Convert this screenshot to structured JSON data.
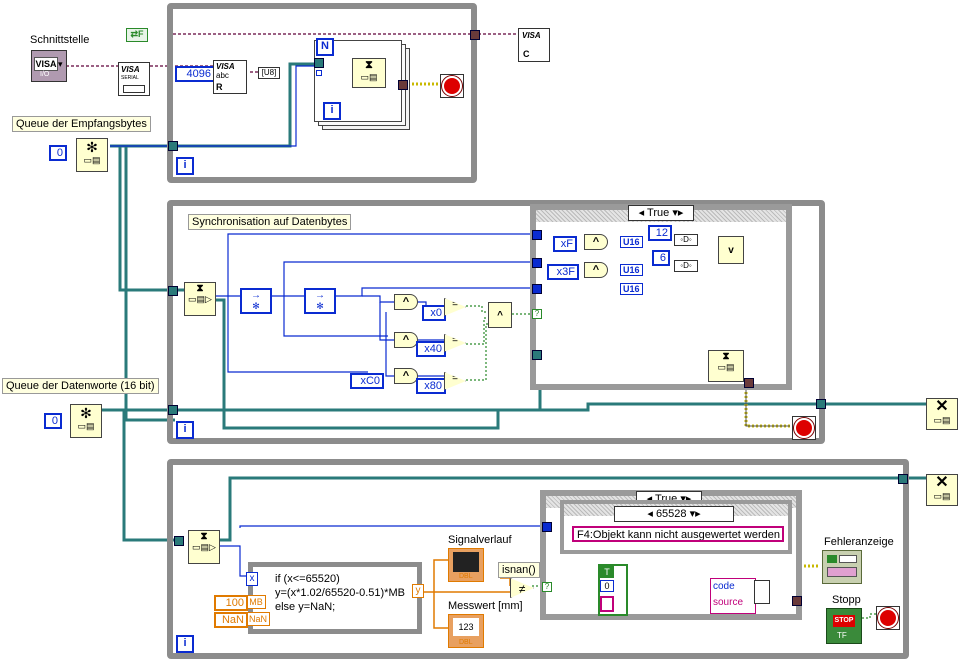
{
  "labels": {
    "schnittstelle": "Schnittstelle",
    "queue_empfangsbytes": "Queue der Empfangsbytes",
    "synchronisation": "Synchronisation auf Datenbytes",
    "queue_datenworte": "Queue der Datenworte (16 bit)",
    "signalverlauf": "Signalverlauf",
    "messwert": "Messwert [mm]",
    "isnan": "isnan()",
    "fehleranzeige": "Fehleranzeige",
    "stopp": "Stopp"
  },
  "constants": {
    "bytes_count": "4096",
    "queue1_init": "0",
    "queue2_init": "0",
    "hex_F": "xF",
    "hex_3F": "x3F",
    "hex_0": "x0",
    "hex_40": "x40",
    "hex_80": "x80",
    "hex_C0": "xC0",
    "shift_12": "12",
    "shift_6": "6",
    "mb_val": "100",
    "nan_val": "NaN",
    "case_true_inner": "0"
  },
  "indicators": {
    "N": "N",
    "i": "i",
    "u16": "U16",
    "mb_label": "MB",
    "nan_label": "NaN",
    "x_label": "x",
    "y_label": "y",
    "dbl": "DBL",
    "tf": "TF",
    "stop_text": "STOP",
    "num_123": "123",
    "visa": "VISA",
    "visa_serial": "VISA SERIAL",
    "visa_io": "I/O",
    "visa_abc": "abc",
    "visa_r": "R",
    "visa_c": "C",
    "tf_flag": "TF",
    "t_flag": "T",
    "u8": "U8"
  },
  "formula": {
    "line1": "if (x<=65520)",
    "line2": "y=(x*1.02/65520-0.51)*MB",
    "line3": "else y=NaN;"
  },
  "case_structures": {
    "case1_selector": "True",
    "case2_selector": "True",
    "case3_selector": "65528",
    "case3_message": "F4:Objekt kann nicht ausgewertet werden"
  },
  "cluster": {
    "code": "code",
    "source": "source"
  },
  "gates": {
    "and": "^",
    "or": "v",
    "eq": "=",
    "neq": "≠"
  },
  "colors": {
    "loop_border": "#8c8c8c",
    "wire_blue": "#0a2bd1",
    "wire_teal": "#2a7a7a",
    "wire_orange": "#e07a00",
    "wire_pink": "#c0007a",
    "wire_green": "#2a8a2a",
    "wire_yellow": "#c8b800"
  }
}
